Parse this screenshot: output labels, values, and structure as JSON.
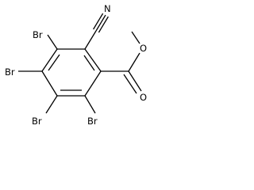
{
  "molecule": {
    "substituents": {
      "nitrile_n": "N",
      "ester_o_carbonyl": "O",
      "ester_o_ether": "O"
    },
    "halogens": {
      "br_top": "Br",
      "br_left": "Br",
      "br_lower_left": "Br",
      "br_bottom": "Br"
    }
  },
  "colors": {
    "bond": "#000000",
    "label": "#000000",
    "background": "#ffffff"
  }
}
